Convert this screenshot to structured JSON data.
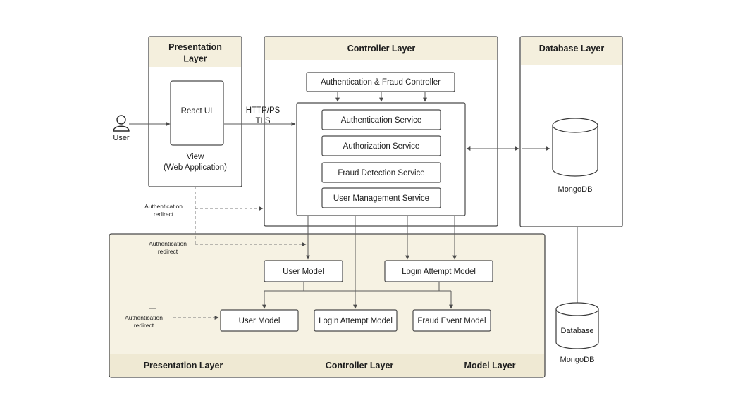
{
  "presentation_layer": {
    "title": "Presentation\nLayer",
    "react_ui": "React UI",
    "view_caption": "View\n(Web Application)"
  },
  "controller_layer": {
    "title": "Controller Layer",
    "controller": "Authentication & Fraud Controller",
    "services": [
      "Authentication Service",
      "Authorization Service",
      "Fraud Detection Service",
      "User Management Service"
    ]
  },
  "database_layer": {
    "title": "Database Layer",
    "db_label": "MongoDB"
  },
  "user": {
    "label": "User"
  },
  "connection_label": "HTTP/PS\nTLS",
  "redirect_labels": [
    "Authentication\nredirect",
    "Authentication\nredirect",
    "Authentication\nredirect"
  ],
  "model_area": {
    "upper_models": [
      "User Model",
      "Login Attempt Model"
    ],
    "lower_models": [
      "User Model",
      "Login Attempt Model",
      "Fraud Event Model"
    ],
    "footer": [
      "Presentation Layer",
      "Controller Layer",
      "Model Layer"
    ]
  },
  "external_db": {
    "inner_label": "Database",
    "caption": "MongoDB"
  }
}
